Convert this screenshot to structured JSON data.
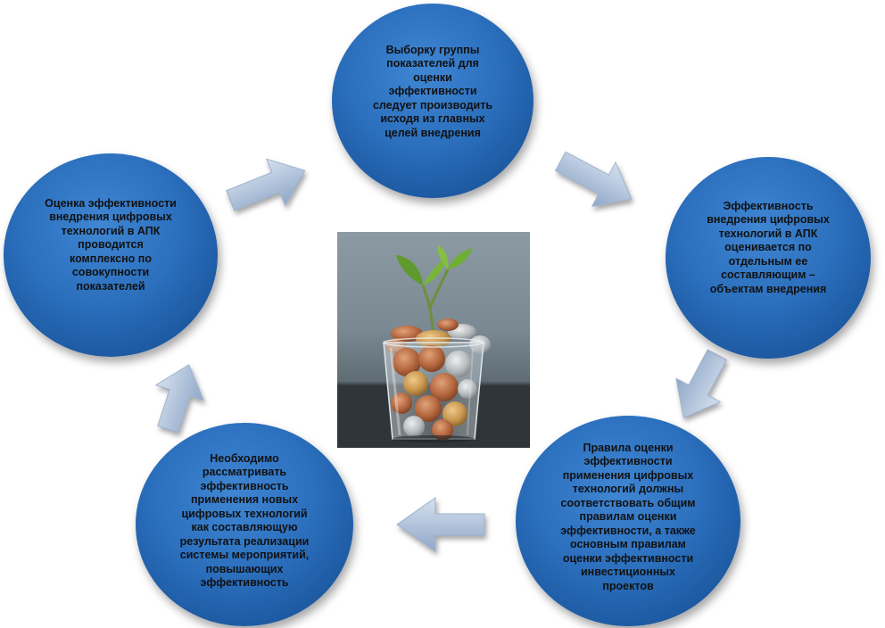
{
  "nodes": {
    "top": "Выборку группы\nпоказателей для\nоценки\nэффективности\nследует производить\nисходя из главных\nцелей внедрения",
    "right": "Эффективность\nвнедрения цифровых\nтехнологий в АПК\nоценивается по\nотдельным ее\nсоставляющим –\nобъектам внедрения",
    "bottom_right": "Правила оценки\nэффективности\nприменения цифровых\nтехнологий должны\nсоответствовать общим\nправилам оценки\nэффективности, а также\nосновным правилам\nоценки эффективности\nинвестиционных\nпроектов",
    "bottom_left": "Необходимо\nрассматривать\nэффективность\nприменения новых\nцифровых технологий\nкак составляющую\nрезультата реализации\nсистемы мероприятий,\nповышающих\nэффективность",
    "left": "Оценка эффективности\nвнедрения цифровых\nтехнологий в АПК\nпроводится\nкомплексно по\nсовокупности\nпоказателей"
  },
  "colors": {
    "node": "#2b6fbd",
    "arrow_light": "#c9d6e8",
    "arrow_dark": "#8aa3c4"
  },
  "icons": {
    "photo": "plant-in-glass-of-coins-image"
  }
}
